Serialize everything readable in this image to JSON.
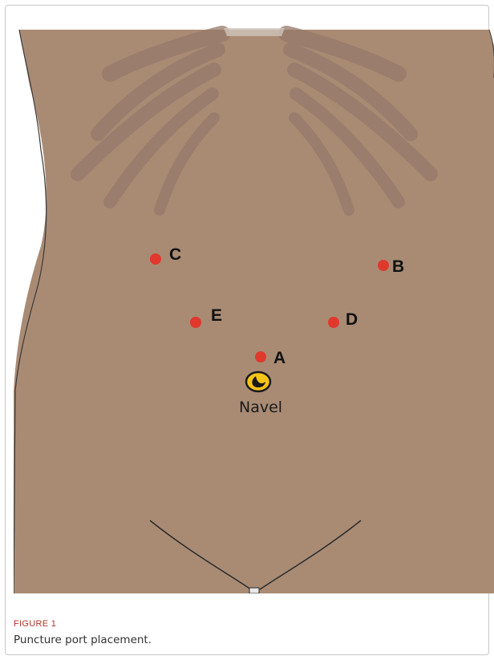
{
  "figure": {
    "ports": [
      {
        "id": "A",
        "label": "A"
      },
      {
        "id": "B",
        "label": "B"
      },
      {
        "id": "C",
        "label": "C"
      },
      {
        "id": "D",
        "label": "D"
      },
      {
        "id": "E",
        "label": "E"
      }
    ],
    "navel_label": "Navel",
    "colors": {
      "skin": "#a98b74",
      "ribs": "#96796a",
      "port": "#e0382d",
      "navel": "#f5c418",
      "outline": "#2a2a2a"
    }
  },
  "caption": {
    "label": "FIGURE 1",
    "text": "Puncture port placement."
  }
}
